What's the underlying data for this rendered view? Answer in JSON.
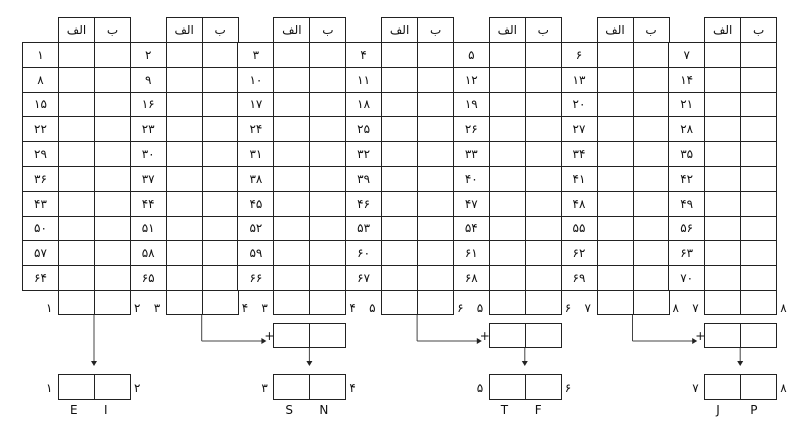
{
  "header": {
    "col_a": "الف",
    "col_b": "ب"
  },
  "grid_rows": [
    [
      "۱",
      "۲",
      "۳",
      "۴",
      "۵",
      "۶",
      "۷"
    ],
    [
      "۸",
      "۹",
      "۱۰",
      "۱۱",
      "۱۲",
      "۱۳",
      "۱۴"
    ],
    [
      "۱۵",
      "۱۶",
      "۱۷",
      "۱۸",
      "۱۹",
      "۲۰",
      "۲۱"
    ],
    [
      "۲۲",
      "۲۳",
      "۲۴",
      "۲۵",
      "۲۶",
      "۲۷",
      "۲۸"
    ],
    [
      "۲۹",
      "۳۰",
      "۳۱",
      "۳۲",
      "۳۳",
      "۳۴",
      "۳۵"
    ],
    [
      "۳۶",
      "۳۷",
      "۳۸",
      "۳۹",
      "۴۰",
      "۴۱",
      "۴۲"
    ],
    [
      "۴۳",
      "۴۴",
      "۴۵",
      "۴۶",
      "۴۷",
      "۴۸",
      "۴۹"
    ],
    [
      "۵۰",
      "۵۱",
      "۵۲",
      "۵۳",
      "۵۴",
      "۵۵",
      "۵۶"
    ],
    [
      "۵۷",
      "۵۸",
      "۵۹",
      "۶۰",
      "۶۱",
      "۶۲",
      "۶۳"
    ],
    [
      "۶۴",
      "۶۵",
      "۶۶",
      "۶۷",
      "۶۸",
      "۶۹",
      "۷۰"
    ]
  ],
  "score_labels": [
    [
      "۱",
      "۲"
    ],
    [
      "۳",
      "۴"
    ],
    [
      "۳",
      "۴"
    ],
    [
      "۵",
      "۶"
    ],
    [
      "۵",
      "۶"
    ],
    [
      "۷",
      "۸"
    ],
    [
      "۷",
      "۸"
    ]
  ],
  "plus_sign": "+",
  "results": [
    {
      "left": "۱",
      "right": "۲",
      "letter_a": "E",
      "letter_b": "I"
    },
    {
      "left": "۳",
      "right": "۴",
      "letter_a": "S",
      "letter_b": "N"
    },
    {
      "left": "۵",
      "right": "۶",
      "letter_a": "T",
      "letter_b": "F"
    },
    {
      "left": "۷",
      "right": "۸",
      "letter_a": "J",
      "letter_b": "P"
    }
  ]
}
